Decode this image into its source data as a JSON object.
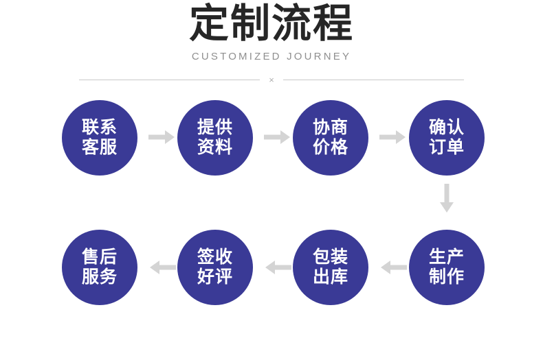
{
  "header": {
    "title": "定制流程",
    "subtitle": "CUSTOMIZED JOURNEY",
    "divider_mark": "×"
  },
  "theme": {
    "node_fill": "#3a3a96",
    "node_text": "#ffffff",
    "arrow_color": "#d4d4d4",
    "title_color": "#262626",
    "subtitle_color": "#8f8f8f",
    "divider_color": "#c9c9c9",
    "background": "#ffffff"
  },
  "flow": {
    "steps": [
      {
        "index": 1,
        "label": "联系\n客服",
        "row": 1,
        "col": 1
      },
      {
        "index": 2,
        "label": "提供\n资料",
        "row": 1,
        "col": 2
      },
      {
        "index": 3,
        "label": "协商\n价格",
        "row": 1,
        "col": 3
      },
      {
        "index": 4,
        "label": "确认\n订单",
        "row": 1,
        "col": 4
      },
      {
        "index": 5,
        "label": "生产\n制作",
        "row": 2,
        "col": 4
      },
      {
        "index": 6,
        "label": "包装\n出库",
        "row": 2,
        "col": 3
      },
      {
        "index": 7,
        "label": "签收\n好评",
        "row": 2,
        "col": 2
      },
      {
        "index": 8,
        "label": "售后\n服务",
        "row": 2,
        "col": 1
      }
    ],
    "connectors": [
      {
        "id": "c1",
        "from": 1,
        "to": 2,
        "direction": "right"
      },
      {
        "id": "c2",
        "from": 2,
        "to": 3,
        "direction": "right"
      },
      {
        "id": "c3",
        "from": 3,
        "to": 4,
        "direction": "right"
      },
      {
        "id": "c4",
        "from": 4,
        "to": 5,
        "direction": "down"
      },
      {
        "id": "c5",
        "from": 5,
        "to": 6,
        "direction": "left"
      },
      {
        "id": "c6",
        "from": 6,
        "to": 7,
        "direction": "left"
      },
      {
        "id": "c7",
        "from": 7,
        "to": 8,
        "direction": "left"
      }
    ]
  }
}
